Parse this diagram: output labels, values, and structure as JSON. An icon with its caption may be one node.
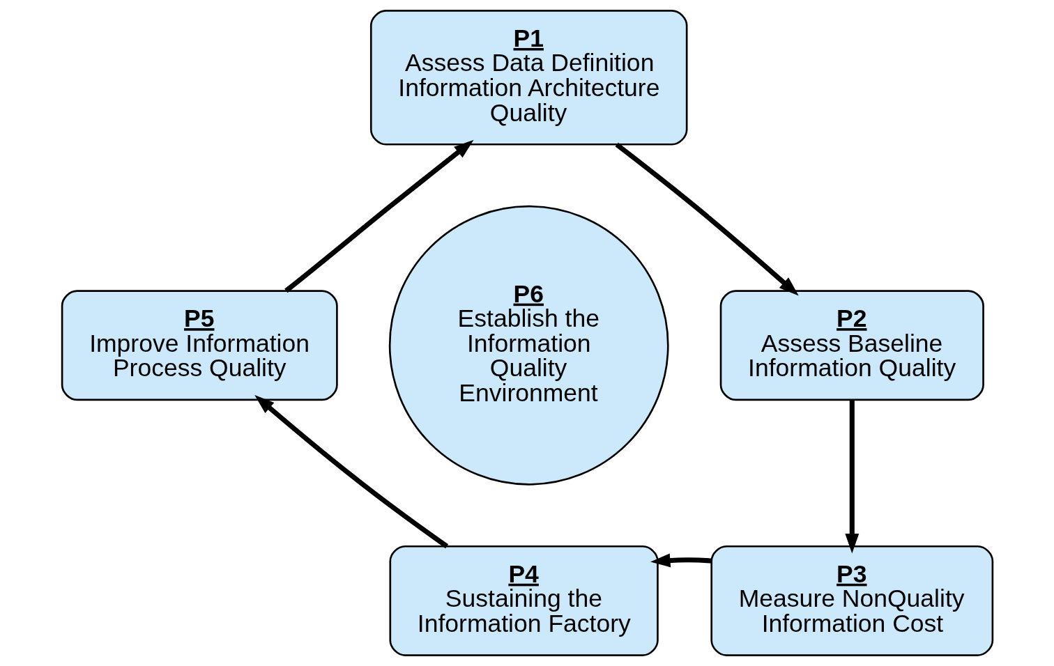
{
  "diagram": {
    "nodes": [
      {
        "text": [
          "P1",
          "Assess Data Definition Information Architecture Quality"
        ]
      },
      {
        "text": [
          "P2",
          "Assess Baseline Information Quality"
        ]
      },
      {
        "text": [
          "P3",
          "Measure NonQuality Information Cost"
        ]
      },
      {
        "text": [
          "P4",
          "Sustaining the Information Factory"
        ]
      },
      {
        "text": [
          "P5",
          "Improve Information Process Quality"
        ]
      },
      {
        "text": [
          "P6",
          "Establish the Information Quality Environment"
        ]
      }
    ],
    "edges": [
      {
        "from": 0,
        "to": 1,
        "arrow": "to"
      },
      {
        "from": 1,
        "to": 2,
        "arrow": "to"
      },
      {
        "from": 2,
        "to": 3,
        "arrow": "to"
      },
      {
        "from": 3,
        "to": 4,
        "arrow": "to"
      },
      {
        "from": 4,
        "to": 0,
        "arrow": "to"
      }
    ]
  }
}
